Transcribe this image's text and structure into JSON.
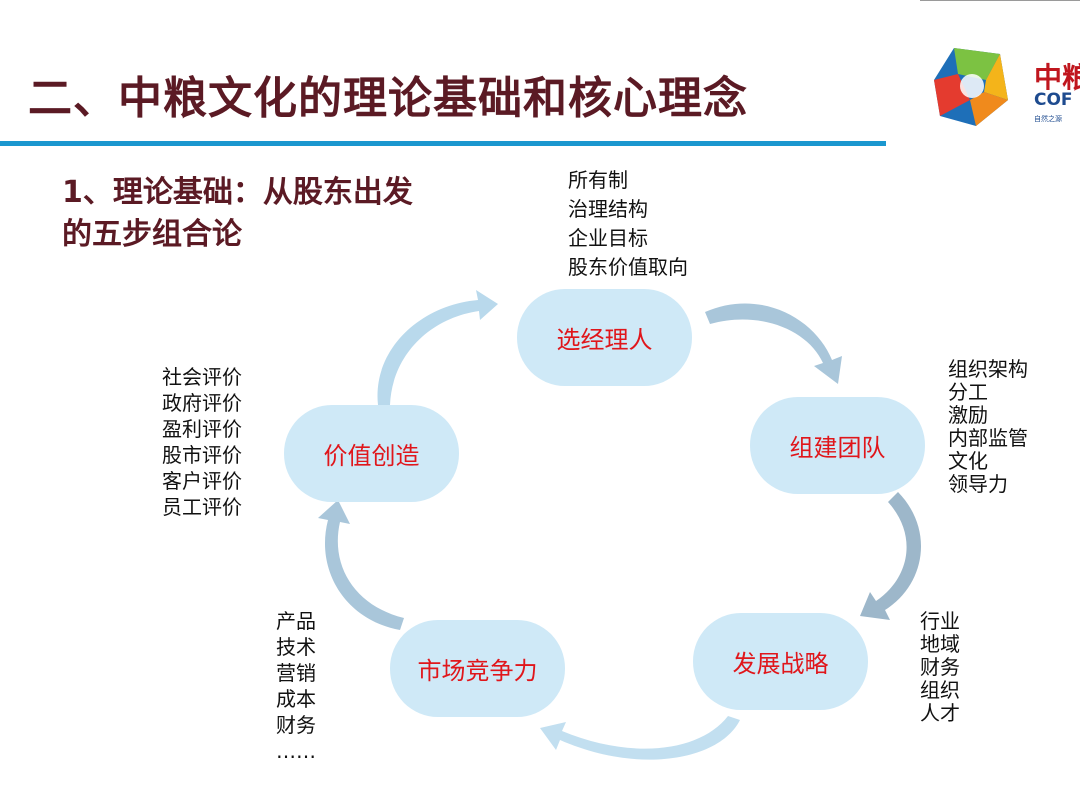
{
  "slide": {
    "title": "二、中粮文化的理论基础和核心理念",
    "subtitle_lines": [
      "1、理论基础：从股东出发",
      "的五步组合论"
    ]
  },
  "logo": {
    "name": "cofco-logo-icon",
    "text_cn": "中粮",
    "text_en": "COF",
    "tagline": "自然之源"
  },
  "cycle": {
    "nodes": [
      {
        "label": "选经理人",
        "notes": [
          "所有制",
          "治理结构",
          "企业目标",
          "股东价值取向"
        ]
      },
      {
        "label": "组建团队",
        "notes": [
          "组织架构",
          "分工",
          "激励",
          "内部监管",
          "文化",
          "领导力"
        ]
      },
      {
        "label": "发展战略",
        "notes": [
          "行业",
          "地域",
          "财务",
          "组织",
          "人才"
        ]
      },
      {
        "label": "市场竞争力",
        "notes": [
          "产品",
          "技术",
          "营销",
          "成本",
          "财务",
          "……"
        ]
      },
      {
        "label": "价值创造",
        "notes": [
          "社会评价",
          "政府评价",
          "盈利评价",
          "股市评价",
          "客户评价",
          "员工评价"
        ]
      }
    ]
  },
  "colors": {
    "title": "#5b1a24",
    "rule": "#1b97cf",
    "node_fill": "#cfe9f7",
    "node_text": "#e0161b",
    "arrow_light": "#c9e6f6",
    "arrow_dark": "#8aa3b5"
  }
}
